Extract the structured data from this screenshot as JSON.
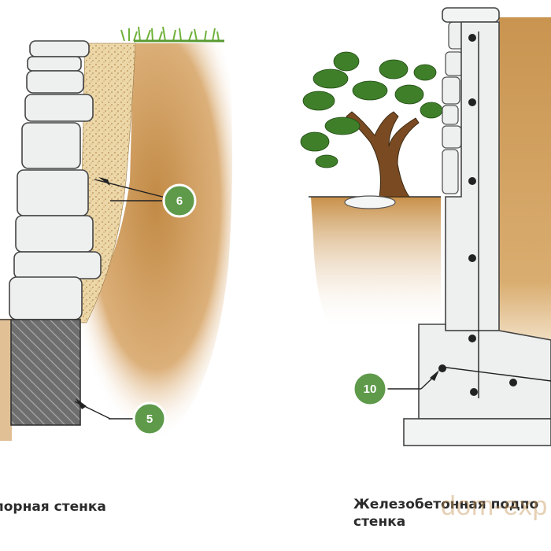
{
  "callouts": {
    "six": "6",
    "five": "5",
    "ten": "10"
  },
  "captions": {
    "left": "порная стенка",
    "right_line1": "Железобетонная подпо",
    "right_line2": "стенка"
  },
  "watermark": "dom-exp",
  "colors": {
    "soil": "#c8914a",
    "soil_light": "#e8c79a",
    "backfill": "#ecd7a8",
    "concrete": "#eef0f0",
    "stone": "#eef0f0",
    "outline": "#333333",
    "callout": "#5e9a4a",
    "grass": "#6fb13a",
    "tree_leaves": "#3a7a2a",
    "tree_trunk": "#7a4a22"
  }
}
